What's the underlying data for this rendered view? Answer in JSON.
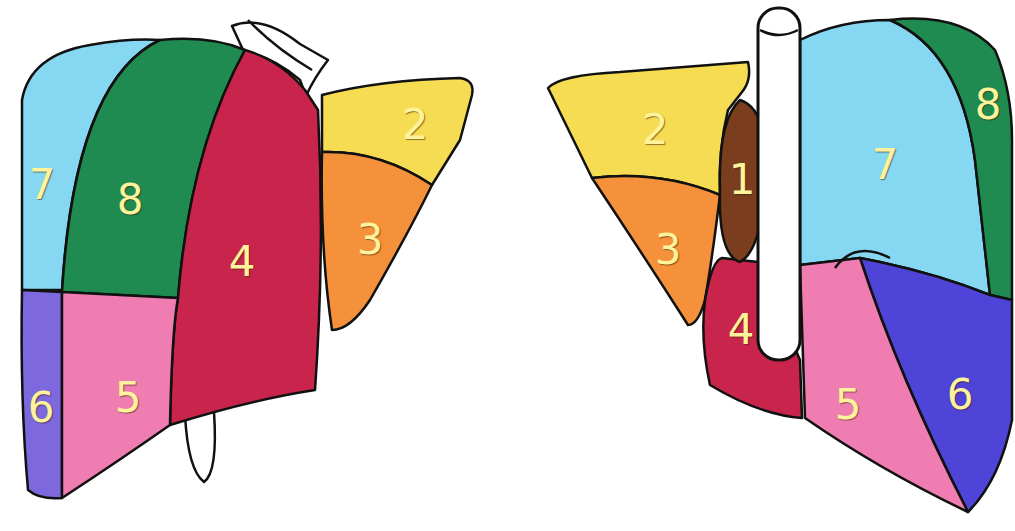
{
  "diagram": {
    "labels": [
      "7",
      "8",
      "4",
      "2",
      "3",
      "6",
      "5",
      "2",
      "1",
      "7",
      "8",
      "3",
      "4",
      "6",
      "5"
    ]
  }
}
